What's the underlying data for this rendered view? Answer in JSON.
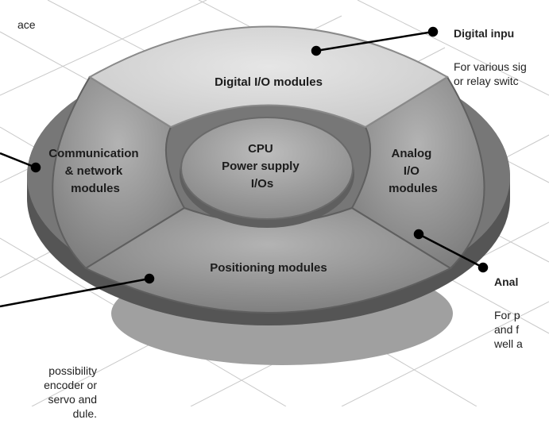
{
  "segments": {
    "top": "Digital I/O modules",
    "left": [
      "Communication",
      "& network",
      "modules"
    ],
    "right": [
      "Analog",
      "I/O",
      "modules"
    ],
    "bottom": "Positioning modules",
    "center": [
      "CPU",
      "Power supply",
      "I/Os"
    ]
  },
  "annotations": {
    "top_left_fragment": "ace",
    "digital": {
      "title": "Digital inpu",
      "body": "For various sig\nor relay switc"
    },
    "analog": {
      "title": "Anal",
      "body": "For p\nand f\nwell a"
    },
    "positioning": {
      "body": "possibility\nencoder or\nservo and\ndule."
    }
  },
  "colors": {
    "top_segment": "#d6d6d6",
    "side_segments": "#8f8f8f",
    "center_hub": "#9a9a9a",
    "shadow": "#9e9e9e",
    "grid": "#c9c9c9",
    "callout_line": "#000000"
  }
}
